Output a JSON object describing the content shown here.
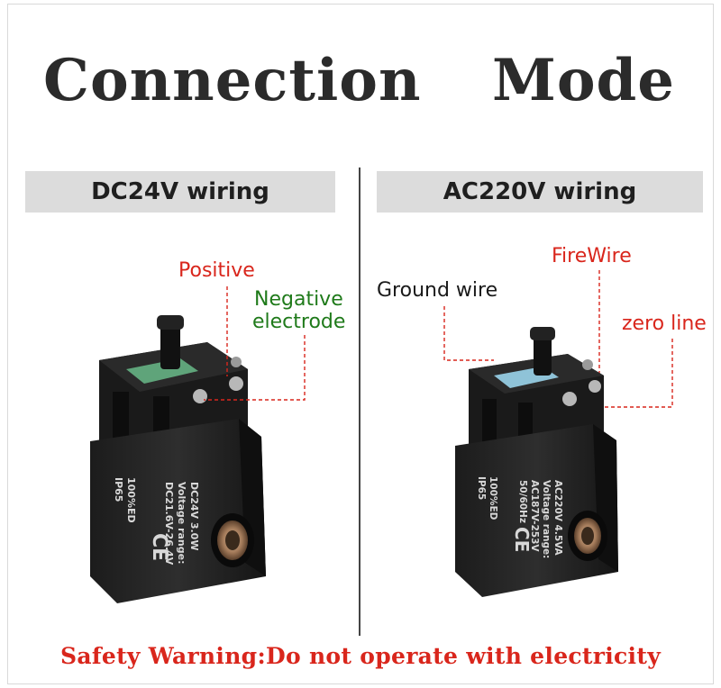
{
  "title": {
    "word1": "Connection",
    "word2": "Mode"
  },
  "left_panel": {
    "heading": "DC24V wiring",
    "labels": {
      "positive": "Positive",
      "negative_line1": "Negative",
      "negative_line2": "electrode"
    },
    "coil_text": [
      "DC24V 3.0W",
      "Voltage range:",
      "DC21.6V-26.4V",
      "100%ED",
      "IP65"
    ],
    "ce_mark": "CE"
  },
  "right_panel": {
    "heading": "AC220V wiring",
    "labels": {
      "firewire": "FireWire",
      "ground": "Ground wire",
      "zero": "zero line"
    },
    "coil_text": [
      "AC220V 4.5VA",
      "Voltage range:",
      "AC187V-253V",
      "50/60Hz",
      "100%ED",
      "IP65"
    ],
    "ce_mark": "CE"
  },
  "warning": "Safety Warning:Do not operate with electricity",
  "colors": {
    "label_red": "#d9261c",
    "label_green": "#1f7a1a",
    "banner_gray": "#dcdcdc"
  }
}
